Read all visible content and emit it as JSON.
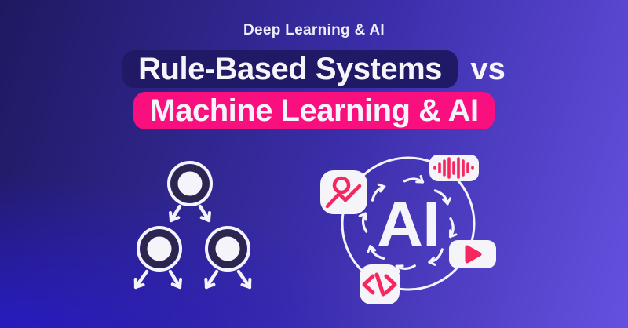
{
  "banner": {
    "kicker": "Deep Learning & AI",
    "title": {
      "line1_pill": "Rule-Based Systems",
      "line1_suffix": "vs",
      "line2_pill": "Machine Learning & AI"
    }
  },
  "rule_tree": {
    "levels": 2,
    "nodes": 3,
    "branch_arrows": 2,
    "leaf_arrows": 4
  },
  "ai_cycle": {
    "center_label": "AI",
    "cycle_arrows": 8,
    "icons": [
      {
        "name": "image-icon"
      },
      {
        "name": "audio-waveform-icon"
      },
      {
        "name": "video-play-icon"
      },
      {
        "name": "code-icon"
      }
    ]
  },
  "colors": {
    "bg_top_left": "#1e1960",
    "bg_top_right": "#6551e0",
    "bg_bottom_left": "#2a1dcb",
    "bg_bottom_right": "#4c39be",
    "dark_pill": "#201a66",
    "pink_pill": "#f90f7e",
    "icon_pink": "#f5275f",
    "card_white": "#f5f4f8",
    "text_white": "#f5f4fa",
    "tree_node_ring": "#2b2550"
  }
}
